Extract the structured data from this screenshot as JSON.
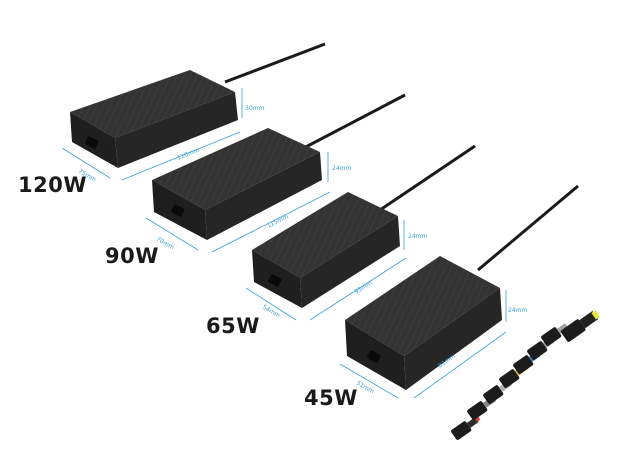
{
  "adapters": [
    {
      "wattage": "120W",
      "dims": {
        "width": "120mm",
        "depth": "75mm",
        "height": "30mm"
      }
    },
    {
      "wattage": "90W",
      "dims": {
        "width": "115mm",
        "depth": "70mm",
        "height": "24mm"
      }
    },
    {
      "wattage": "65W",
      "dims": {
        "width": "95mm",
        "depth": "54mm",
        "height": "24mm"
      }
    },
    {
      "wattage": "45W",
      "dims": {
        "width": "81mm",
        "depth": "51mm",
        "height": "24mm"
      }
    }
  ],
  "tips": {
    "count": 8
  },
  "colors": {
    "body": "#2a2a2a",
    "body_top": "#3a3a3a",
    "body_side": "#1c1c1c",
    "dimension_line": "#3aa0d8",
    "label": "#1a1a1a"
  }
}
